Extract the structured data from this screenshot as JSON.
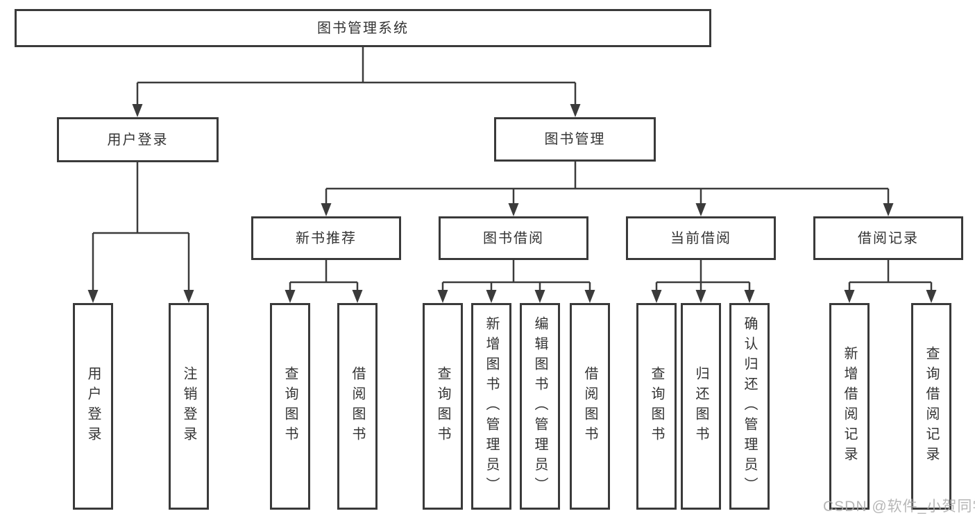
{
  "diagram": {
    "title": "图书管理系统",
    "nodes": {
      "root": "图书管理系统",
      "user_login": "用户登录",
      "book_management": "图书管理",
      "new_book_recommend": "新书推荐",
      "book_borrow": "图书借阅",
      "current_borrow": "当前借阅",
      "borrow_records": "借阅记录"
    },
    "leaves": {
      "user_login": [
        "用户登录",
        "注销登录"
      ],
      "new_book_recommend": [
        "查询图书",
        "借阅图书"
      ],
      "book_borrow": [
        "查询图书",
        "新增图书（管理员）",
        "编辑图书（管理员）",
        "借阅图书"
      ],
      "current_borrow": [
        "查询图书",
        "归还图书",
        "确认归还（管理员）"
      ],
      "borrow_records": [
        "新增借阅记录",
        "查询借阅记录"
      ]
    },
    "colors": {
      "line": "#3b3b3b",
      "text": "#333333",
      "background": "#ffffff",
      "watermark": "#aaaaaa"
    },
    "watermark": "CSDN @软件_小贺同学"
  }
}
